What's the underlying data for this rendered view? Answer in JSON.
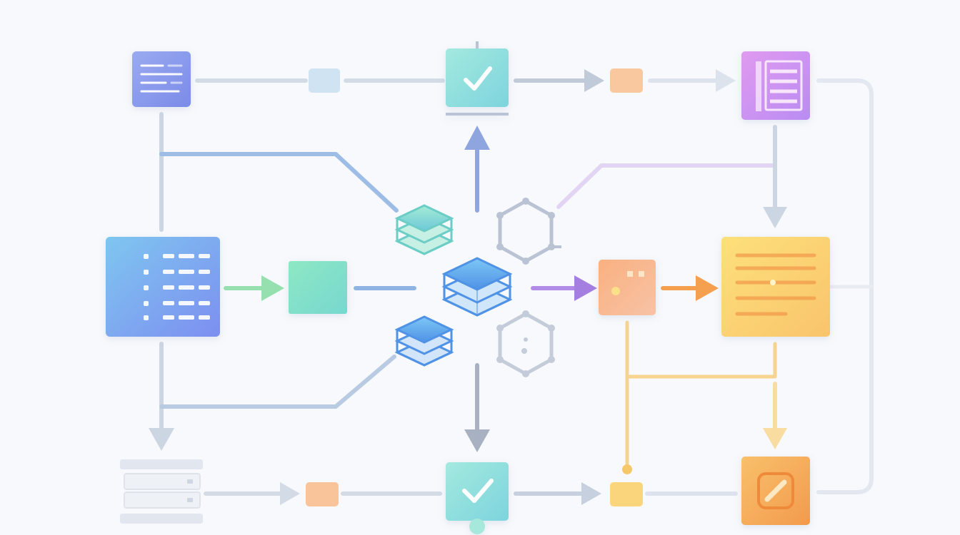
{
  "diagram": {
    "type": "data-flow-diagram",
    "text_labels": [],
    "colors": {
      "background": "#f7f9fc",
      "connector_gray": "#c9d3e2",
      "connector_blue": "#8fb4e3",
      "arrow_blue": "#7f9fdc",
      "arrow_gray": "#9aa6b8",
      "arrow_green": "#8fdcae",
      "arrow_purple": "#a47fe0",
      "arrow_orange": "#f5a04f",
      "arrow_amber": "#f7cf7a",
      "node_blue": "#8aa0ee",
      "node_teal": "#8fdfd6",
      "node_green": "#7dddc1",
      "node_orange": "#f7b98f",
      "node_yellow": "#fbd66d",
      "node_purple": "#c98af0",
      "node_gray": "#dfe4ec",
      "hexagon_outline": "#b9c3d4"
    },
    "nodes": [
      {
        "id": "doc-source",
        "icon": "document-icon",
        "color": "blue"
      },
      {
        "id": "checkpoint-top",
        "icon": "check-icon",
        "color": "teal"
      },
      {
        "id": "list-report",
        "icon": "list-icon",
        "color": "purple"
      },
      {
        "id": "data-table",
        "icon": "table-icon",
        "color": "blue"
      },
      {
        "id": "transform-box",
        "icon": "square-icon",
        "color": "green"
      },
      {
        "id": "database-hub",
        "icon": "database-stack-icon",
        "color": "blue"
      },
      {
        "id": "database-top",
        "icon": "database-stack-icon",
        "color": "teal"
      },
      {
        "id": "database-bottom",
        "icon": "database-stack-icon",
        "color": "blue"
      },
      {
        "id": "hexagon-network-top",
        "icon": "hexagon-icon",
        "color": "gray"
      },
      {
        "id": "hexagon-network-bottom",
        "icon": "hexagon-icon",
        "color": "gray"
      },
      {
        "id": "process-card",
        "icon": "card-icon",
        "color": "orange"
      },
      {
        "id": "output-document",
        "icon": "document-lines-icon",
        "color": "yellow"
      },
      {
        "id": "storage-server",
        "icon": "server-icon",
        "color": "gray"
      },
      {
        "id": "checkpoint-bottom",
        "icon": "check-icon",
        "color": "teal"
      },
      {
        "id": "final-output",
        "icon": "pencil-icon",
        "color": "orange"
      }
    ]
  }
}
